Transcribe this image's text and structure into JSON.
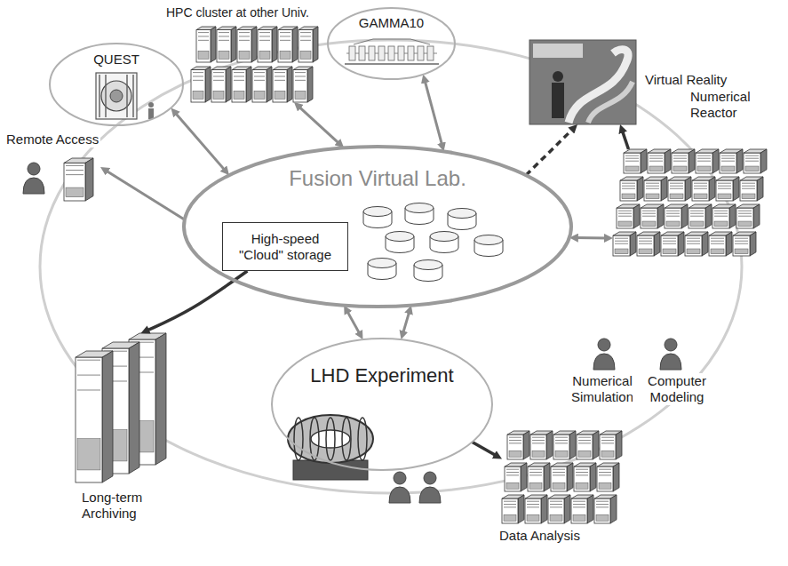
{
  "diagram": {
    "nodes": [
      {
        "text": [
          "HPC cluster at other Univ."
        ]
      },
      {
        "text": [
          "GAMMA10"
        ]
      },
      {
        "text": [
          "QUEST"
        ]
      },
      {
        "text": [
          "Virtual Reality"
        ]
      },
      {
        "text": [
          "Numerical Reactor"
        ]
      },
      {
        "text": [
          "Fusion Virtual Lab."
        ]
      },
      {
        "text": [
          "High-speed \"Cloud\" storage"
        ],
        "in": 5
      },
      {
        "text": [
          "Remote Access"
        ]
      },
      {
        "text": [
          "LHD Experiment"
        ]
      },
      {
        "text": [
          "Long-term Archiving"
        ]
      },
      {
        "text": [
          "Data Analysis"
        ]
      }
    ],
    "edges": [
      {
        "from": 0,
        "to": 5,
        "arrow": "both"
      },
      {
        "from": 1,
        "to": 5,
        "arrow": "both"
      },
      {
        "from": 2,
        "to": 5,
        "arrow": "both"
      },
      {
        "from": 4,
        "to": 5,
        "arrow": "both"
      },
      {
        "from": 4,
        "to": 3,
        "arrow": "to"
      },
      {
        "from": 5,
        "to": 3,
        "arrow": "to"
      },
      {
        "from": 5,
        "to": 7,
        "arrow": "to"
      },
      {
        "from": 6,
        "to": 9,
        "arrow": "to"
      },
      {
        "from": 8,
        "to": 5,
        "arrow": "both"
      },
      {
        "from": 8,
        "to": 5,
        "arrow": "both"
      },
      {
        "from": 8,
        "to": 10,
        "arrow": "to"
      }
    ],
    "labels": [
      "Numerical Simulation",
      "Computer Modeling"
    ]
  }
}
